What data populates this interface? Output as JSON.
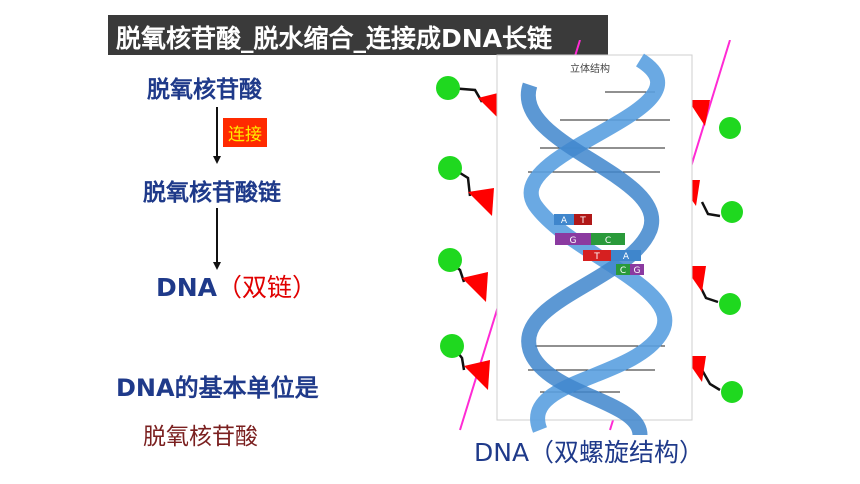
{
  "title": "脱氧核苷酸_脱水缩合_连接成DNA长链",
  "flow": {
    "step1": "脱氧核苷酸",
    "link_label": "连接",
    "step2": "脱氧核苷酸链",
    "step3_main": "DNA",
    "step3_paren": "（双链）"
  },
  "question": "DNA的基本单位是",
  "answer": "脱氧核苷酸",
  "figure": {
    "image_caption": "立体结构",
    "caption": "DNA（双螺旋结构）",
    "base_pairs": [
      {
        "left": "A",
        "right": "T"
      },
      {
        "left": "G",
        "right": "C"
      },
      {
        "left": "T",
        "right": "A"
      },
      {
        "left": "C",
        "right": "G"
      }
    ]
  },
  "colors": {
    "title_bg": "#3a3a3a",
    "step_text": "#1f3a8a",
    "highlight_red": "#e00000",
    "phosphate": "#1fd81f",
    "sugar": "#ff0000",
    "backbone": "#ff2ad4",
    "helix": "#5aa0e0"
  }
}
